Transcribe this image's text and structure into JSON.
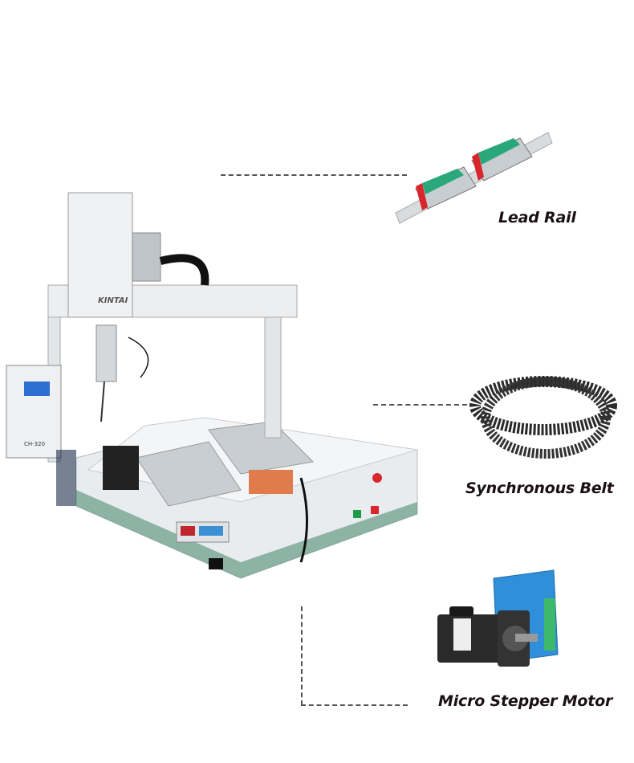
{
  "callouts": [
    {
      "label": "Lead Rail"
    },
    {
      "label": "Synchronous Belt"
    },
    {
      "label": "Micro Stepper Motor"
    }
  ],
  "machine": {
    "brand_logo": "KINTAI",
    "controller_model": "CH-320"
  },
  "colors": {
    "label_text": "#1a1013",
    "rail_block": "#2aa87c",
    "rail_end": "#d8262d",
    "belt": "#2b2b2b",
    "driver": "#2f8fd8",
    "motor": "#2a2a2a"
  }
}
